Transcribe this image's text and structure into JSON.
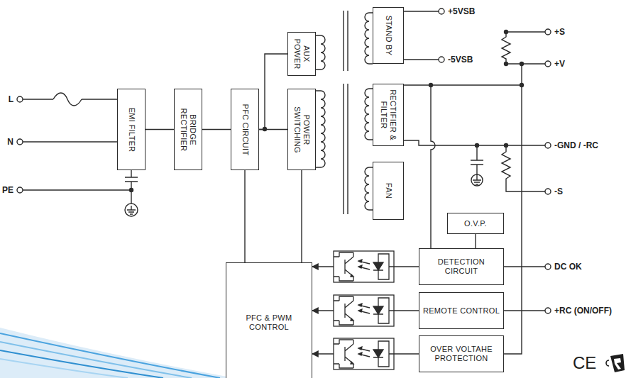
{
  "diagram": {
    "nodes": [
      {
        "text": [
          "EMI FILTER"
        ]
      },
      {
        "text": [
          "BRIDGE RECTIFIER"
        ]
      },
      {
        "text": [
          "PFC CIRCUIT"
        ]
      },
      {
        "text": [
          "AUX POWER"
        ]
      },
      {
        "text": [
          "POWER SWITCHING"
        ]
      },
      {
        "text": [
          "STAND BY"
        ]
      },
      {
        "text": [
          "RECTIFIER & FILTER"
        ]
      },
      {
        "text": [
          "FAN"
        ]
      },
      {
        "text": [
          "O.V.P."
        ]
      },
      {
        "text": [
          "PFC & PWM CONTROL"
        ]
      },
      {
        "text": [
          "DETECTION CIRCUIT"
        ]
      },
      {
        "text": [
          "REMOTE CONTROL"
        ]
      },
      {
        "text": [
          "OVER VOLTAHE PROTECTION"
        ]
      }
    ],
    "edges": [
      {
        "from": 0,
        "to": 1,
        "arrow": "none"
      },
      {
        "from": 1,
        "to": 2,
        "arrow": "none"
      },
      {
        "from": 2,
        "to": 3,
        "arrow": "none"
      },
      {
        "from": 2,
        "to": 4,
        "arrow": "none"
      },
      {
        "from": 2,
        "to": 9,
        "arrow": "none"
      },
      {
        "from": 4,
        "to": 9,
        "arrow": "none"
      },
      {
        "from": 8,
        "to": 10,
        "arrow": "none"
      },
      {
        "from": 10,
        "to": 9,
        "arrow": "to"
      },
      {
        "from": 11,
        "to": 9,
        "arrow": "to"
      },
      {
        "from": 12,
        "to": 9,
        "arrow": "to"
      }
    ],
    "labels": [
      "L",
      "N",
      "PE",
      "+5VSB",
      "-5VSB",
      "+S",
      "+V",
      "-GND / -RC",
      "-S",
      "DC OK",
      "+RC (ON/OFF)",
      "CE"
    ]
  }
}
